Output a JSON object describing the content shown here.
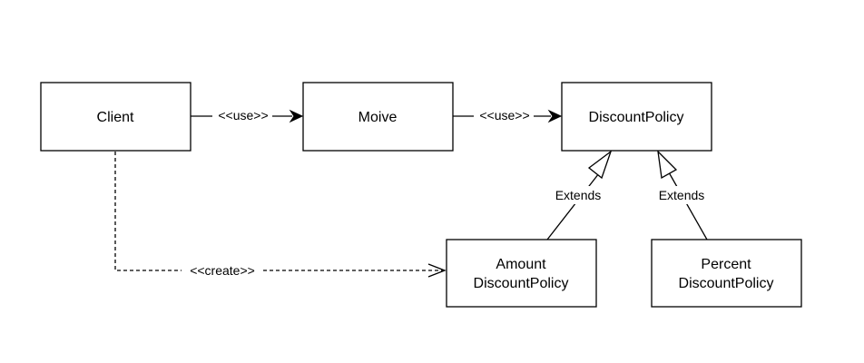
{
  "nodes": {
    "client": {
      "lines": [
        "Client"
      ]
    },
    "movie": {
      "lines": [
        "Moive"
      ]
    },
    "discount_policy": {
      "lines": [
        "DiscountPolicy"
      ]
    },
    "amount_discount_policy": {
      "lines": [
        "Amount",
        "DiscountPolicy"
      ]
    },
    "percent_discount_policy": {
      "lines": [
        "Percent",
        "DiscountPolicy"
      ]
    }
  },
  "edges": {
    "client_uses_movie": {
      "label": "<<use>>"
    },
    "movie_uses_discount_policy": {
      "label": "<<use>>"
    },
    "client_creates_amount": {
      "label": "<<create>>"
    },
    "amount_extends_discount": {
      "label": "Extends"
    },
    "percent_extends_discount": {
      "label": "Extends"
    }
  }
}
